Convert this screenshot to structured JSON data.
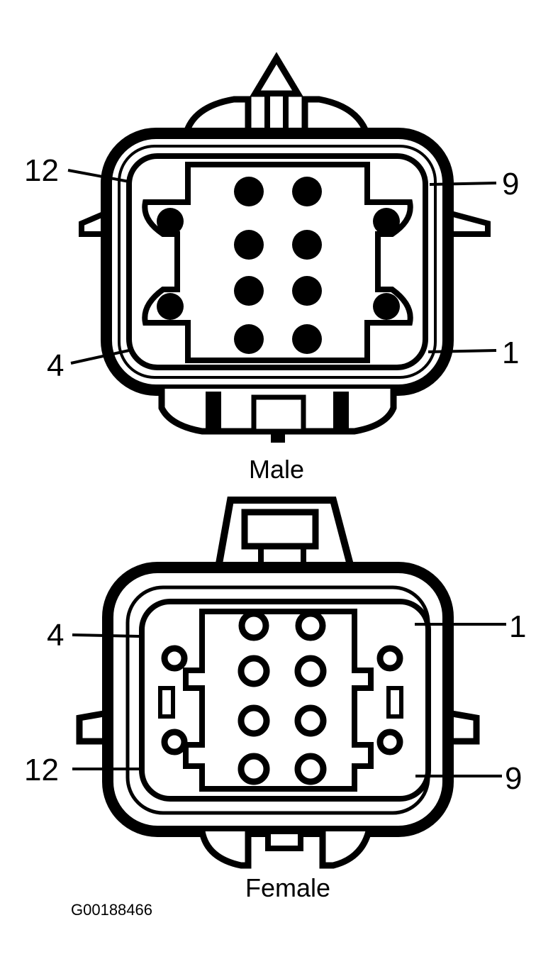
{
  "diagram": {
    "male": {
      "caption": "Male",
      "pin_labels": {
        "top_left": "12",
        "top_right": "9",
        "bottom_left": "4",
        "bottom_right": "1"
      }
    },
    "female": {
      "caption": "Female",
      "pin_labels": {
        "top_left": "4",
        "top_right": "1",
        "bottom_left": "12",
        "bottom_right": "9"
      }
    },
    "figure_code": "G00188466",
    "colors": {
      "ink": "#000000",
      "paper": "#ffffff"
    }
  }
}
